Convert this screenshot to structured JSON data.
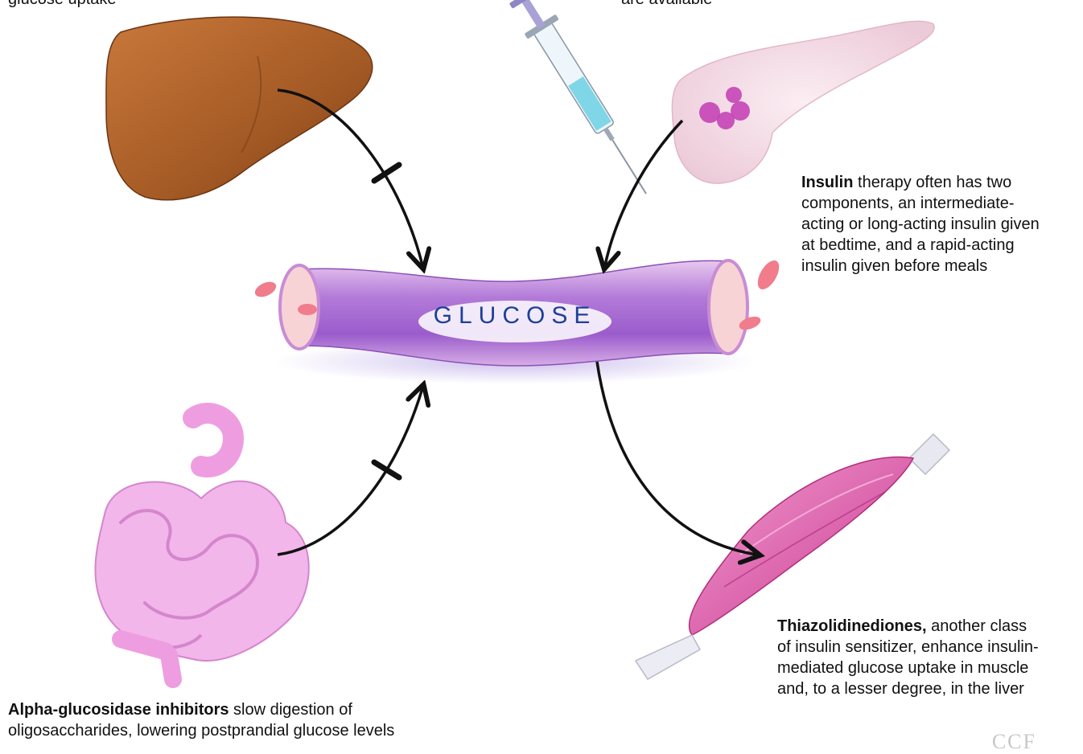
{
  "liver_note": {
    "tail": "glucose uptake"
  },
  "insulin_preps_note": {
    "tail": "are available"
  },
  "insulin_note": {
    "bold": "Insulin",
    "lines": [
      " therapy often has two",
      "components, an intermediate-",
      "acting or long-acting insulin given",
      "at bedtime, and a rapid-acting",
      "insulin given before meals"
    ]
  },
  "center_label": "GLUCOSE",
  "tzd_note": {
    "bold": "Thiazolidinediones,",
    "lines": [
      " another class",
      "of insulin sensitizer, enhance insulin-",
      "mediated glucose uptake in muscle",
      "and, to a lesser degree, in the liver"
    ]
  },
  "agi_note": {
    "bold": "Alpha-glucosidase inhibitors",
    "lines": [
      " slow digestion of",
      "oligosaccharides, lowering postprandial glucose levels"
    ]
  },
  "logo_text": "CCF",
  "colors": {
    "liver": "#a45a25",
    "pancreas": "#f4dde6",
    "islets": "#c23bb4",
    "vessel": "#b87fdc",
    "intestine": "#ee9ee0",
    "muscle": "#dc4fa6",
    "label": "#1f3f9a"
  }
}
